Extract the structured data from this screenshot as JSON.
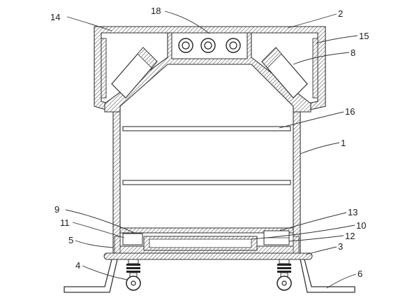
{
  "diagram": {
    "labels": [
      "1",
      "2",
      "3",
      "4",
      "5",
      "6",
      "8",
      "9",
      "10",
      "11",
      "12",
      "13",
      "14",
      "15",
      "16",
      "18"
    ]
  }
}
